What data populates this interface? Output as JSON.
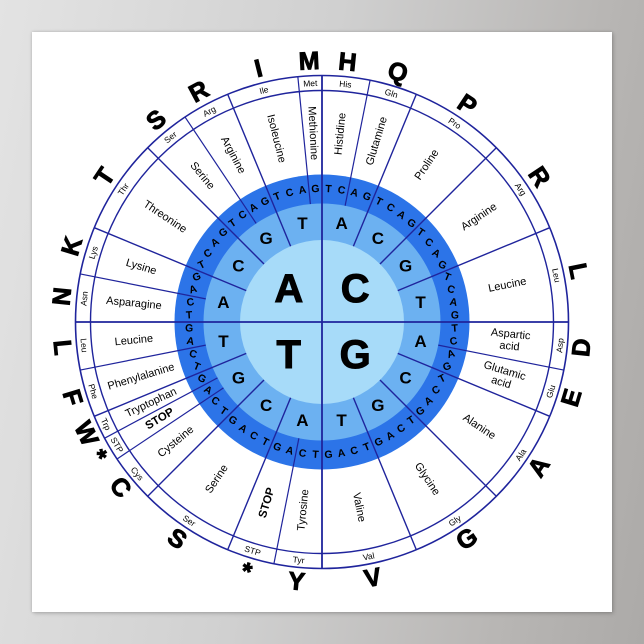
{
  "page": {
    "background_light": "#e3e3e3",
    "background_dark": "#acaaa8"
  },
  "poster": {
    "background": "#ffffff"
  },
  "colors": {
    "line": "#1f249c",
    "dark_ring": "#2c74e8",
    "mid_ring": "#6cb1f1",
    "center": "#a7dbf9",
    "text": "#000000"
  },
  "wheel": {
    "quadrants": [
      {
        "first_base": "C",
        "second": [
          {
            "base": "A",
            "third": [
              "T",
              "C",
              "A",
              "G"
            ]
          },
          {
            "base": "C",
            "third": [
              "T",
              "C",
              "A",
              "G"
            ]
          },
          {
            "base": "G",
            "third": [
              "T",
              "C",
              "A",
              "G"
            ]
          },
          {
            "base": "T",
            "third": [
              "T",
              "C",
              "A",
              "G"
            ]
          }
        ]
      },
      {
        "first_base": "G",
        "second": [
          {
            "base": "A",
            "third": [
              "T",
              "C",
              "A",
              "G"
            ]
          },
          {
            "base": "C",
            "third": [
              "T",
              "C",
              "A",
              "G"
            ]
          },
          {
            "base": "G",
            "third": [
              "T",
              "C",
              "A",
              "G"
            ]
          },
          {
            "base": "T",
            "third": [
              "T",
              "C",
              "A",
              "G"
            ]
          }
        ]
      },
      {
        "first_base": "T",
        "second": [
          {
            "base": "A",
            "third": [
              "T",
              "C",
              "A",
              "G"
            ]
          },
          {
            "base": "C",
            "third": [
              "T",
              "C",
              "A",
              "G"
            ]
          },
          {
            "base": "G",
            "third": [
              "T",
              "C",
              "A",
              "G"
            ]
          },
          {
            "base": "T",
            "third": [
              "T",
              "C",
              "A",
              "G"
            ]
          }
        ]
      },
      {
        "first_base": "A",
        "second": [
          {
            "base": "A",
            "third": [
              "T",
              "C",
              "A",
              "G"
            ]
          },
          {
            "base": "C",
            "third": [
              "T",
              "C",
              "A",
              "G"
            ]
          },
          {
            "base": "G",
            "third": [
              "T",
              "C",
              "A",
              "G"
            ]
          },
          {
            "base": "T",
            "third": [
              "T",
              "C",
              "A",
              "G"
            ]
          }
        ]
      }
    ],
    "amino_acids": [
      {
        "code": "H",
        "abbr": "His",
        "name": "Histidine",
        "codons": 2
      },
      {
        "code": "Q",
        "abbr": "Gln",
        "name": "Glutamine",
        "codons": 2
      },
      {
        "code": "P",
        "abbr": "Pro",
        "name": "Proline",
        "codons": 4
      },
      {
        "code": "R",
        "abbr": "Arg",
        "name": "Arginine",
        "codons": 4
      },
      {
        "code": "L",
        "abbr": "Leu",
        "name": "Leucine",
        "codons": 4
      },
      {
        "code": "D",
        "abbr": "Asp",
        "name": "Aspartic acid",
        "name_lines": [
          "Aspartic",
          "acid"
        ],
        "codons": 2
      },
      {
        "code": "E",
        "abbr": "Glu",
        "name": "Glutamic acid",
        "name_lines": [
          "Glutamic",
          "acid"
        ],
        "codons": 2
      },
      {
        "code": "A",
        "abbr": "Ala",
        "name": "Alanine",
        "codons": 4
      },
      {
        "code": "G",
        "abbr": "Gly",
        "name": "Glycine",
        "codons": 4
      },
      {
        "code": "V",
        "abbr": "Val",
        "name": "Valine",
        "codons": 4
      },
      {
        "code": "Y",
        "abbr": "Tyr",
        "name": "Tyrosine",
        "codons": 2
      },
      {
        "code": "*",
        "abbr": "STP",
        "name": "STOP",
        "codons": 2,
        "stop": true
      },
      {
        "code": "S",
        "abbr": "Ser",
        "name": "Serine",
        "codons": 4
      },
      {
        "code": "C",
        "abbr": "Cys",
        "name": "Cysteine",
        "codons": 2
      },
      {
        "code": "*",
        "abbr": "STP",
        "name": "STOP",
        "codons": 1,
        "stop": true
      },
      {
        "code": "W",
        "abbr": "Trp",
        "name": "Tryptophan",
        "codons": 1
      },
      {
        "code": "F",
        "abbr": "Phe",
        "name": "Phenylalanine",
        "codons": 2
      },
      {
        "code": "L",
        "abbr": "Leu",
        "name": "Leucine",
        "codons": 2
      },
      {
        "code": "N",
        "abbr": "Asn",
        "name": "Asparagine",
        "codons": 2
      },
      {
        "code": "K",
        "abbr": "Lys",
        "name": "Lysine",
        "codons": 2
      },
      {
        "code": "T",
        "abbr": "Thr",
        "name": "Threonine",
        "codons": 4
      },
      {
        "code": "S",
        "abbr": "Ser",
        "name": "Serine",
        "codons": 2
      },
      {
        "code": "R",
        "abbr": "Arg",
        "name": "Arginine",
        "codons": 2
      },
      {
        "code": "I",
        "abbr": "Ile",
        "name": "Isoleucine",
        "codons": 3
      },
      {
        "code": "M",
        "abbr": "Met",
        "name": "Methionine",
        "codons": 1
      }
    ]
  }
}
